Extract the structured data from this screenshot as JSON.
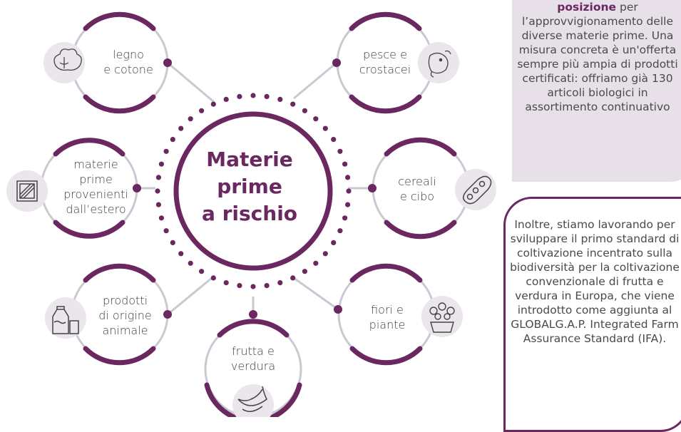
{
  "center": {
    "line1": "Materie",
    "line2": "prime",
    "line3": "a rischio"
  },
  "categories": [
    {
      "id": "wood",
      "line1": "legno",
      "line2": "e cotone",
      "line3": "",
      "line4": "",
      "icon": "cotton-icon"
    },
    {
      "id": "fish",
      "line1": "pesce e",
      "line2": "crostacei",
      "line3": "",
      "line4": "",
      "icon": "fish-icon"
    },
    {
      "id": "import",
      "line1": "materie",
      "line2": "prime",
      "line3": "provenienti",
      "line4": "dall’estero",
      "icon": "crate-icon"
    },
    {
      "id": "cereal",
      "line1": "cereali",
      "line2": "e cibo",
      "line3": "",
      "line4": "",
      "icon": "beans-icon"
    },
    {
      "id": "animal",
      "line1": "prodotti",
      "line2": "di origine",
      "line3": "animale",
      "line4": "",
      "icon": "milk-icon"
    },
    {
      "id": "flowers",
      "line1": "fiori e",
      "line2": "piante",
      "line3": "",
      "line4": "",
      "icon": "flower-pot-icon"
    },
    {
      "id": "fruit",
      "line1": "frutta e",
      "line2": "verdura",
      "line3": "",
      "line4": "",
      "icon": "bananas-icon"
    }
  ],
  "panel_top": {
    "bold": "posizione",
    "rest": " per l’approvvigionamento delle diverse materie prime. Una misura concreta è un'offerta sempre più ampia di prodotti certificati: offriamo già 130 articoli biologici in assortimento continuativo"
  },
  "panel_bottom": {
    "text": "Inoltre, stiamo lavorando per sviluppare il primo standard di coltivazione incentrato sulla biodiversità per la coltivazione convenzionale di frutta e verdura in Europa, che viene introdotto come aggiunta al GLOBALG.A.P. Integrated Farm Assurance Standard (IFA)."
  },
  "colors": {
    "accent": "#6b2760",
    "ring": "#c9c9d3",
    "panel_fill": "#e8e0e8",
    "text": "#3d3d3d"
  }
}
